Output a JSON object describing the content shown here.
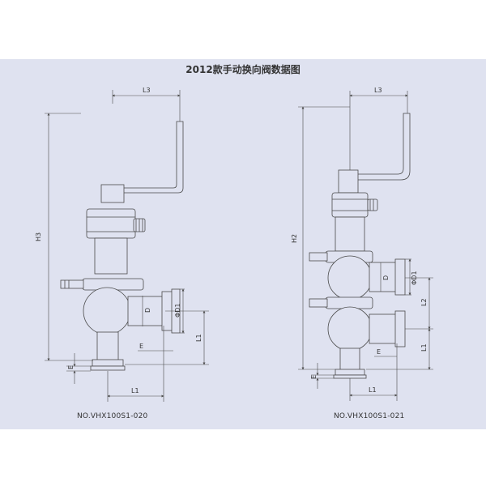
{
  "title": "2012款手动换向阀数据图",
  "colors": {
    "background": "#dfe2f0",
    "line": "#4a4a4a",
    "body_fill": "#dfe2f0"
  },
  "drawing_left": {
    "model_no": "NO.VHX100S1-020",
    "dims": {
      "L3": "L3",
      "H3": "H3",
      "D": "D",
      "D1": "ΦD1",
      "E_mid": "E",
      "E_left": "E",
      "L1_vertical": "L1",
      "L1_bottom": "L1"
    }
  },
  "drawing_right": {
    "model_no": "NO.VHX100S1-021",
    "dims": {
      "L3": "L3",
      "H2": "H2",
      "D": "D",
      "D1": "ΦD1",
      "L2": "L2",
      "L1_vertical": "L1",
      "E_mid": "E",
      "E_left": "E",
      "L1_bottom": "L1"
    }
  }
}
